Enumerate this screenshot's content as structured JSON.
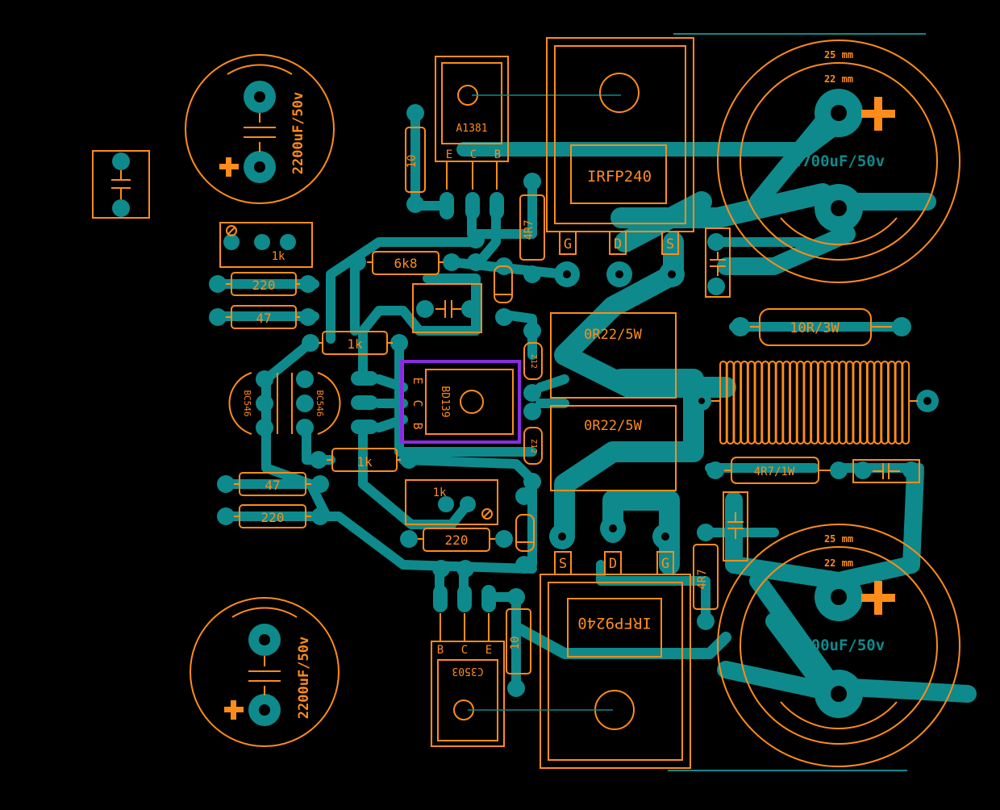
{
  "labels": {
    "cap_2200_top": "2200uF/50v",
    "cap_2200_bot": "2200uF/50v",
    "cap_4700_top": "4700uF/50v",
    "cap_4700_bot": "4700uF/50v",
    "dim_25_top": "25 mm",
    "dim_22_top": "22 mm",
    "dim_25_bot": "25 mm",
    "dim_22_bot": "22 mm",
    "q_a1381": "A1381",
    "q_c3503": "C3503",
    "q_irfp240": "IRFP240",
    "q_irfp9240": "IRFP9240",
    "q_bd139": "BD139",
    "q_bc546_a": "BC546",
    "q_bc546_b": "BC546",
    "r_10_top": "10",
    "r_10_bot": "10",
    "r_4r7_top": "4R7",
    "r_4r7_bot": "4R7",
    "r_6k8": "6k8",
    "r_220_a": "220",
    "r_47_a": "47",
    "r_1k_a": "1k",
    "r_1k_b": "1k",
    "r_47_b": "47",
    "r_220_b": "220",
    "r_220_c": "220",
    "pot_1k_top": "1k",
    "pot_1k_bot": "1k",
    "r_0r22_a": "0R22/5W",
    "r_0r22_b": "0R22/5W",
    "r_10r3w": "10R/3W",
    "r_4r7_1w": "4R7/1W",
    "z_a": "Z12",
    "z_b": "Z12",
    "pin_e": "E",
    "pin_c": "C",
    "pin_b": "B",
    "pin_g": "G",
    "pin_d": "D",
    "pin_s": "S"
  },
  "colors": {
    "copper": "#0e8a8c",
    "silkscreen": "#ff8c1a",
    "highlight": "#8a2be2",
    "background": "#000000"
  }
}
